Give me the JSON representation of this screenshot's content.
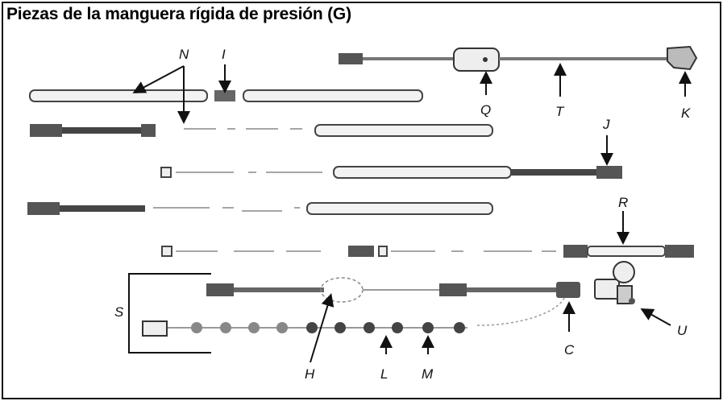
{
  "title": "Piezas de la manguera rígida de presión (G)",
  "labels": {
    "N": "N",
    "I": "I",
    "Q": "Q",
    "T": "T",
    "K": "K",
    "J": "J",
    "R": "R",
    "S": "S",
    "H": "H",
    "L": "L",
    "M": "M",
    "C": "C",
    "U": "U"
  },
  "colors": {
    "ink": "#111111",
    "tube": "#6e6e6e",
    "part": "#3a3a3a",
    "frame": "#111111"
  }
}
